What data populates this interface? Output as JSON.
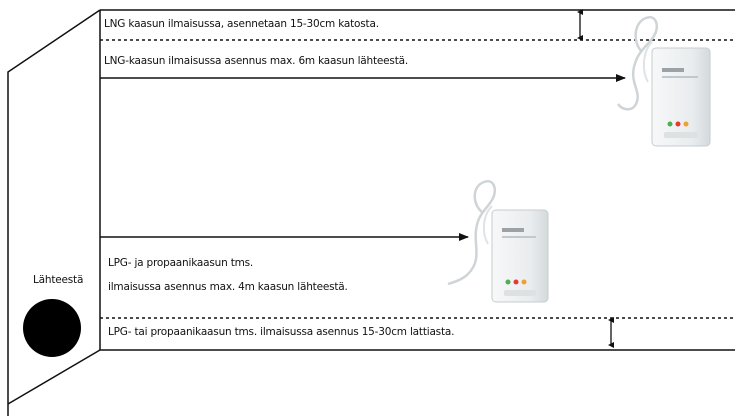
{
  "labels": {
    "lng_ceiling": "LNG kaasun ilmaisussa, asennetaan 15-30cm katosta.",
    "lng_distance": "LNG-kaasun ilmaisussa asennus max. 6m kaasun lähteestä.",
    "lpg_distance_line1": "LPG- ja propaanikaasun tms.",
    "lpg_distance_line2": "ilmaisussa asennus max. 4m kaasun lähteestä.",
    "lpg_floor": "LPG- tai propaanikaasun tms. ilmaisussa asennus 15-30cm lattiasta.",
    "source": "Lähteestä"
  },
  "colors": {
    "line": "#111111",
    "source_circle": "#000000",
    "detector_body": "#eef1f2",
    "detector_cable": "#dfe3e6",
    "led_green": "#4caf50",
    "led_red": "#e53935"
  },
  "icons": {
    "detector": "gas-detector-icon",
    "source": "gas-source-icon"
  }
}
